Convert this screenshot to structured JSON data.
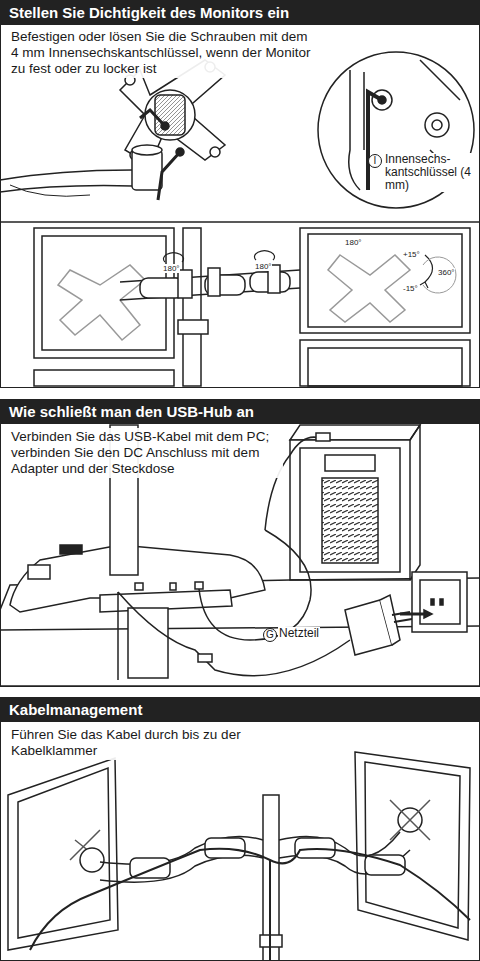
{
  "diagram": {
    "nodes": [
      {
        "text": [
          "Stellen Sie Dichtigkeit des Monitors ein",
          "Befestigen oder lösen Sie die Schrauben mit dem 4 mm Innensechskantschlüssel, wenn der Monitor zu fest oder zu locker ist"
        ]
      },
      {
        "text": [
          "Wie schließt man den USB-Hub an",
          "Verbinden Sie das USB-Kabel mit dem PC; verbinden Sie den DC Anschluss mit dem Adapter und der Steckdose"
        ]
      },
      {
        "text": [
          "Kabelmanagement",
          "Führen Sie das Kabel durch bis zu der Kabelklammer"
        ]
      }
    ],
    "labels": [
      "I",
      "Innensechs- kantschlüssel (4 mm)",
      "180°",
      "180°",
      "180°",
      "360°",
      "+15°",
      "-15°",
      "G",
      "Netzteil"
    ]
  }
}
